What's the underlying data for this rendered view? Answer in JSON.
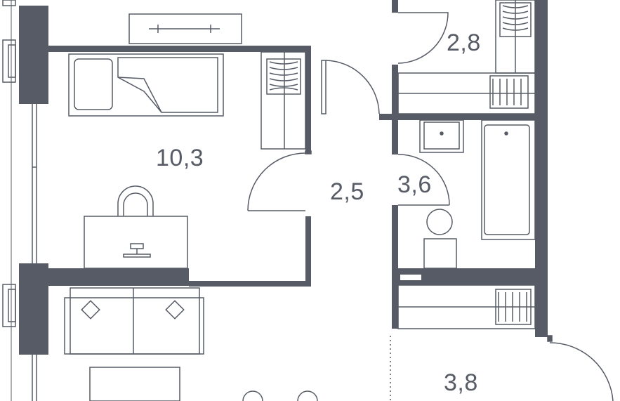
{
  "colors": {
    "wall": "#565b65",
    "line": "#565b65",
    "background": "#ffffff"
  },
  "rooms": [
    {
      "id": "bedroom",
      "area": "10,3"
    },
    {
      "id": "hallway",
      "area": "2,5"
    },
    {
      "id": "storage",
      "area": "2,8"
    },
    {
      "id": "bathroom",
      "area": "3,6"
    },
    {
      "id": "entry",
      "area": "3,8"
    }
  ],
  "furniture": [
    "bed-icon",
    "pillow-icon",
    "desk-icon",
    "chair-icon",
    "monitor-icon",
    "radiator-icon",
    "wardrobe-icon",
    "sofa-icon",
    "cushion-icon",
    "bathtub-icon",
    "washbasin-icon",
    "toilet-icon",
    "door-swing-icon"
  ]
}
